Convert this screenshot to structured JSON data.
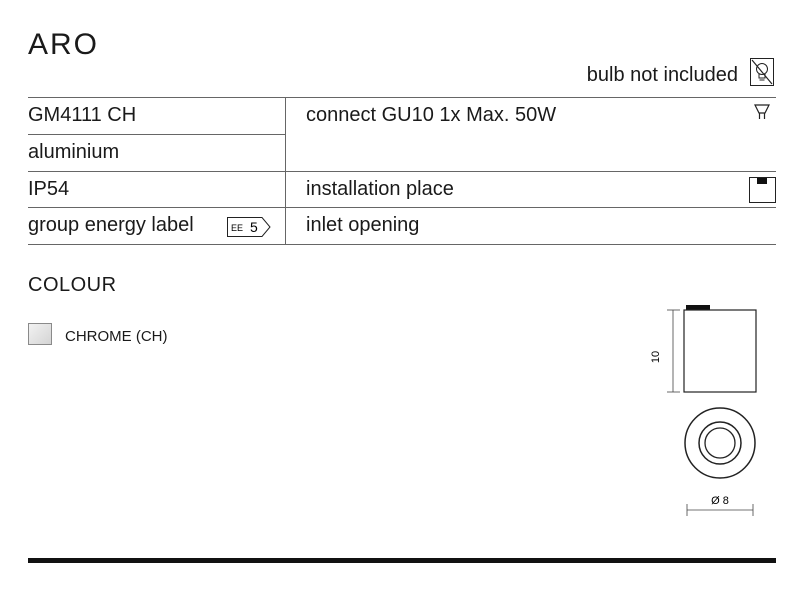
{
  "product": {
    "title": "ARO",
    "bulb_note": "bulb not included"
  },
  "specs": {
    "code": "GM4111 CH",
    "material": "aluminium",
    "ip_rating": "IP54",
    "energy_label": "group energy label",
    "energy_badge_text": "EE",
    "energy_badge_value": "5",
    "connection": "connect GU10 1x Max. 50W",
    "installation": "installation place",
    "inlet": "inlet opening"
  },
  "colour": {
    "heading": "COLOUR",
    "options": [
      {
        "name": "CHROME (CH)",
        "swatch": "#d9d9d9"
      }
    ]
  },
  "dimensions": {
    "height": "10",
    "diameter": "Ø 8"
  },
  "colors": {
    "text": "#1a1a1a",
    "rule": "#111111",
    "line": "#666666"
  },
  "icons": [
    "crossed-bulb-icon",
    "gu10-bulb-icon",
    "ceiling-mount-icon",
    "energy-label-arrow-icon"
  ]
}
